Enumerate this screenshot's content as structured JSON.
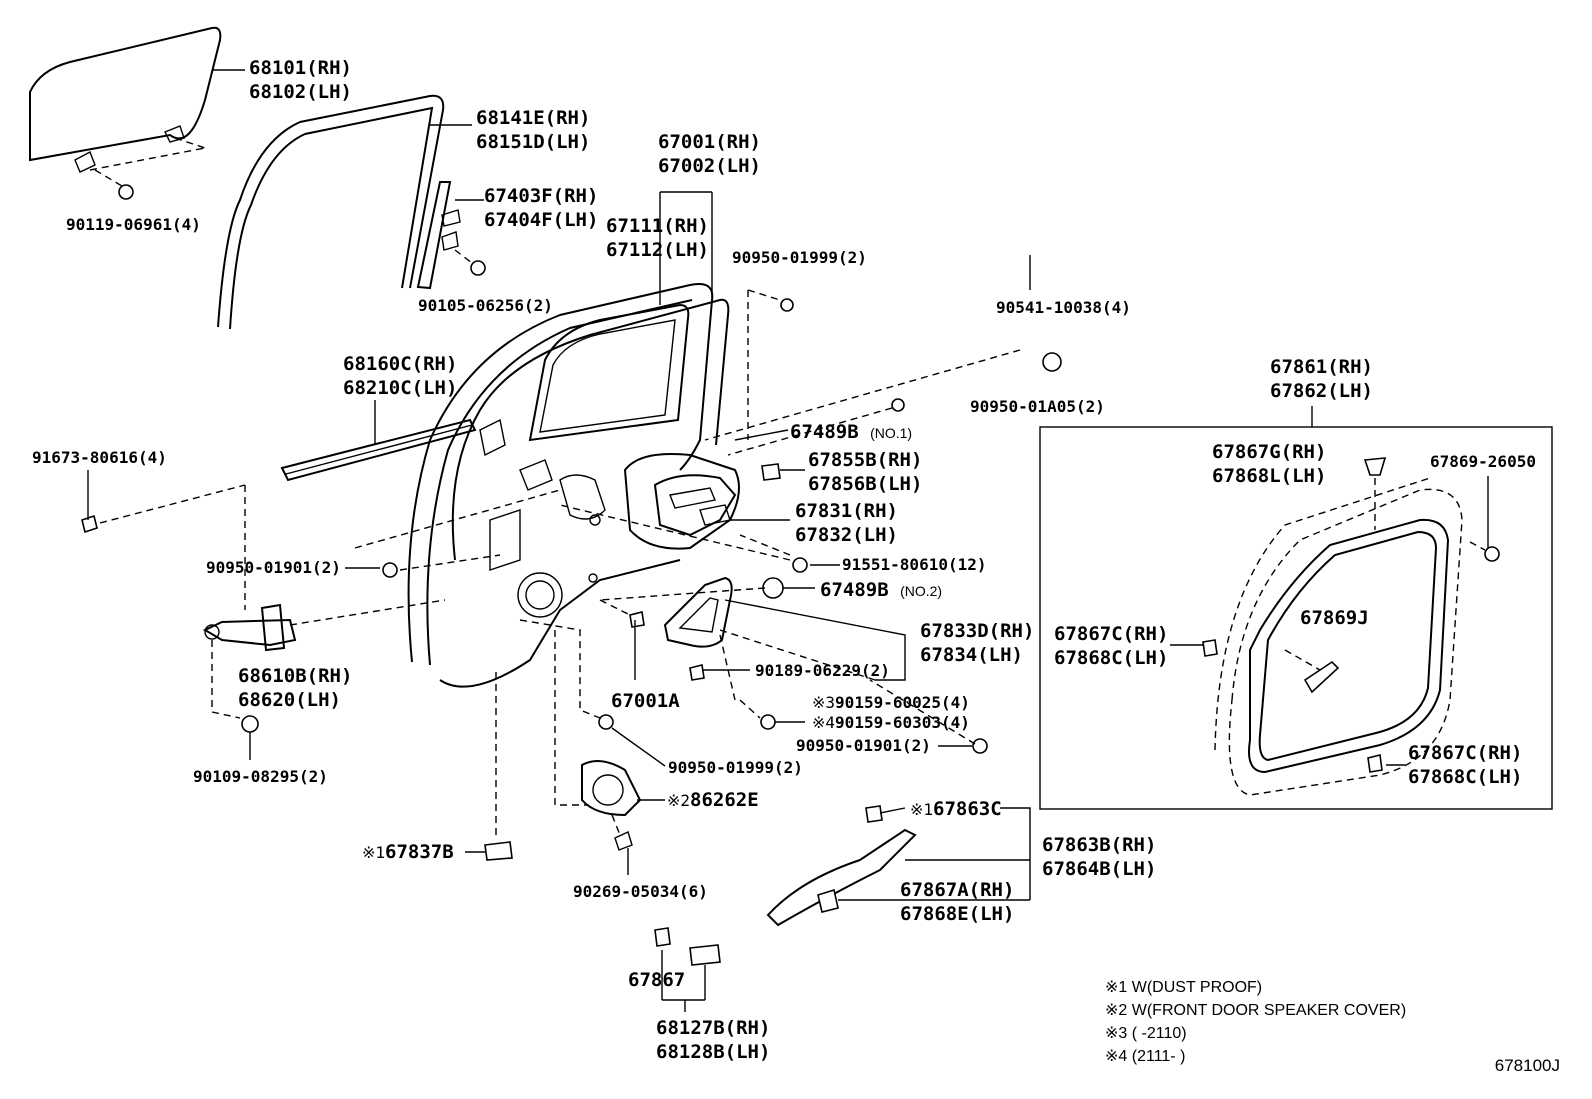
{
  "labels": {
    "glass": [
      "68101(RH)",
      "68102(LH)"
    ],
    "run": [
      "68141E(RH)",
      "68151D(LH)"
    ],
    "bolt_glass": [
      "90119-06961(4)"
    ],
    "channel": [
      "67403F(RH)",
      "67404F(LH)"
    ],
    "bolt_channel": [
      "90105-06256(2)"
    ],
    "door_panel": [
      "67001(RH)",
      "67002(LH)"
    ],
    "door_frame": [
      "67111(RH)",
      "67112(LH)"
    ],
    "plug_top": [
      "90950-01999(2)"
    ],
    "clip_top": [
      "90541-10038(4)"
    ],
    "weatherstrip_belt": [
      "68160C(RH)",
      "68210C(LH)"
    ],
    "plug_a05": [
      "90950-01A05(2)"
    ],
    "hole_cover_no1": [
      "67489B"
    ],
    "no1": "(NO.1)",
    "bolt_hinge": [
      "91673-80616(4)"
    ],
    "clip_855": [
      "67855B(RH)",
      "67856B(LH)"
    ],
    "trim_831": [
      "67831(RH)",
      "67832(LH)"
    ],
    "plug_901": [
      "90950-01901(2)"
    ],
    "screw_915": [
      "91551-80610(12)"
    ],
    "hole_cover_no2": [
      "67489B"
    ],
    "no2": "(NO.2)",
    "armrest": [
      "67833D(RH)",
      "67834(LH)"
    ],
    "screw_189": [
      "90189-06229(2)"
    ],
    "checker": [
      "68610B(RH)",
      "68620(LH)"
    ],
    "bracket": [
      "67001A"
    ],
    "screw_159a": [
      "90159-60025(4)"
    ],
    "mark3": "※3",
    "screw_159b": [
      "90159-60303(4)"
    ],
    "mark4": "※4",
    "plug_901b": [
      "90950-01901(2)"
    ],
    "bolt_109": [
      "90109-08295(2)"
    ],
    "plug_999b": [
      "90950-01999(2)"
    ],
    "speaker": [
      "86262E"
    ],
    "mark2": "※2",
    "seal_837": [
      "67837B"
    ],
    "mark1a": "※1",
    "screw_269": [
      "90269-05034(6)"
    ],
    "seal_863c": [
      "67863C"
    ],
    "mark1b": "※1",
    "seal_863b": [
      "67863B(RH)",
      "67864B(LH)"
    ],
    "clip_867a": [
      "67867A(RH)",
      "67868E(LH)"
    ],
    "clip_867": [
      "67867"
    ],
    "trim_127": [
      "68127B(RH)",
      "68128B(LH)"
    ],
    "ws_861": [
      "67861(RH)",
      "67862(LH)"
    ],
    "clip_867g": [
      "67867G(RH)",
      "67868L(LH)"
    ],
    "clip_869": [
      "67869-26050"
    ],
    "ws_869j": [
      "67869J"
    ],
    "clip_867c_l": [
      "67867C(RH)",
      "67868C(LH)"
    ],
    "clip_867c_r": [
      "67867C(RH)",
      "67868C(LH)"
    ]
  },
  "notes": [
    "※1 W(DUST PROOF)",
    "※2 W(FRONT DOOR SPEAKER COVER)",
    "※3 (      -2110)",
    "※4 (2111-      )"
  ],
  "figure_code": "678100J"
}
